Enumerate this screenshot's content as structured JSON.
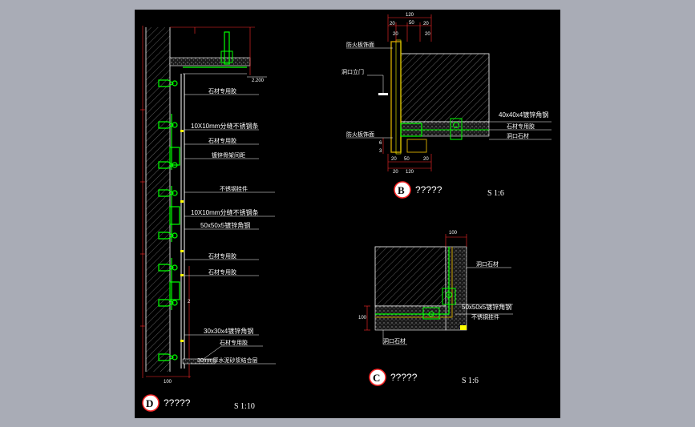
{
  "colors": {
    "background": "#a9acb6",
    "sheet": "#000000",
    "wall": "#ffffff",
    "hatch": "#888888",
    "steel": "#00ff00",
    "fill": "#c8a000",
    "dim_red": "#ff2a2a",
    "leader_white": "#ffffff",
    "yellow": "#ffff00"
  },
  "detail_d": {
    "badge": "D",
    "title": "?????",
    "scale": "S 1:10",
    "elevation_mark": "2.200",
    "labels": [
      "石材专用胶",
      "10X10mm分缝不锈钢条",
      "石材专用胶",
      "镀锌骨架间距",
      "不锈钢挂件",
      "10X10mm分缝不锈钢条",
      "50x50x5镀锌角钢",
      "石材专用胶",
      "石材专用胶",
      "30x30x4镀锌角钢",
      "石材专用胶",
      "30mm厚水泥砂浆结合层"
    ],
    "dim_bottom": "100",
    "dim_side": "2"
  },
  "detail_b": {
    "badge": "B",
    "title": "?????",
    "scale": "S 1:6",
    "dims_top": [
      "120",
      "20",
      "50",
      "20",
      "20",
      "20"
    ],
    "dims_bottom": [
      "20",
      "50",
      "20",
      "120",
      "20"
    ],
    "dims_left": [
      "6",
      "3"
    ],
    "labels": [
      "防火板饰面",
      "洞口立门",
      "防火板饰面",
      "40x40x4镀锌角钢",
      "石材专用胶",
      "洞口石材"
    ]
  },
  "detail_c": {
    "badge": "C",
    "title": "?????",
    "scale": "S 1:6",
    "dim_top": "100",
    "dim_left": "100",
    "labels": [
      "洞口石材",
      "50x50x5镀锌角钢",
      "不锈钢挂件",
      "洞口石材"
    ]
  }
}
